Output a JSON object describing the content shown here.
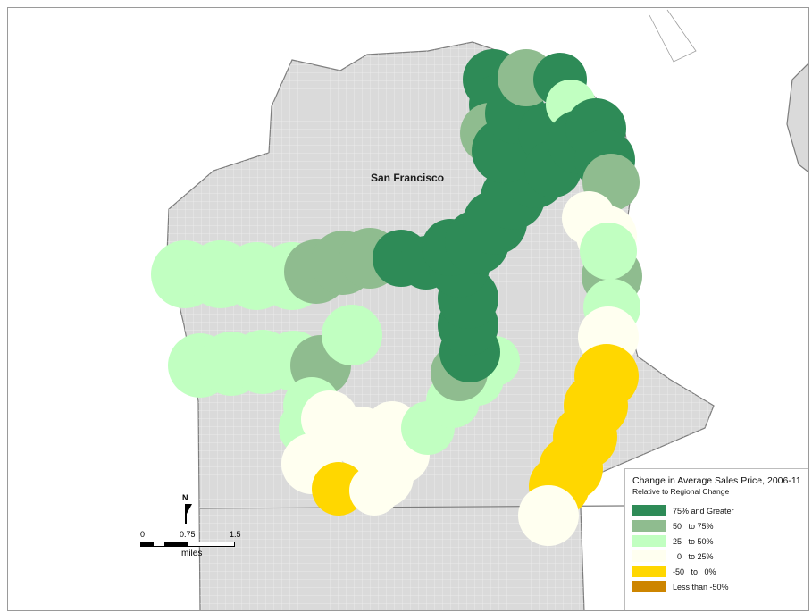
{
  "map": {
    "place_label": "San Francisco",
    "colors": {
      "land": "#dadada",
      "streets": "#efefef",
      "boundary": "#7d7d7d"
    }
  },
  "north_arrow": {
    "letter": "N"
  },
  "scale_bar": {
    "ticks": [
      "0",
      "0.75",
      "1.5"
    ],
    "unit": "miles"
  },
  "legend": {
    "title": "Change in Average Sales Price, 2006-11",
    "subtitle": "Relative to Regional Change",
    "classes": [
      {
        "key": "c1",
        "label": "75% and Greater",
        "color": "#2e8b57"
      },
      {
        "key": "c2",
        "label": "50   to 75%",
        "color": "#8fbc8f"
      },
      {
        "key": "c3",
        "label": "25   to 50%",
        "color": "#c1ffc1"
      },
      {
        "key": "c4",
        "label": "  0   to 25%",
        "color": "#fffff0"
      },
      {
        "key": "c5",
        "label": "-50   to   0%",
        "color": "#ffd700"
      },
      {
        "key": "c6",
        "label": "Less than -50%",
        "color": "#cd8500"
      }
    ]
  }
}
